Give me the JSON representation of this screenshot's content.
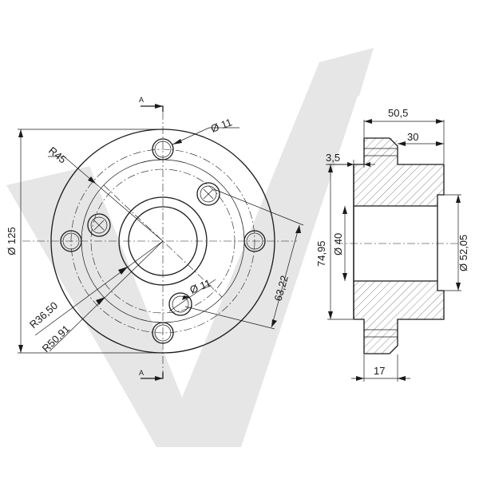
{
  "front_view": {
    "section_marker_top": "A",
    "section_marker_bottom": "A",
    "dim_hole_top": "Ø 11",
    "dim_hole_bottom": "Ø 11",
    "dim_r45": "R45",
    "dim_r36": "R36,50",
    "dim_r50": "R50,91",
    "dim_dia125": "Ø 125",
    "dim_63": "63,22"
  },
  "side_view": {
    "dim_50_5": "50,5",
    "dim_30": "30",
    "dim_3_5": "3,5",
    "dim_74_95": "74,95",
    "dim_dia40": "Ø 40",
    "dim_dia52": "Ø 52,05",
    "dim_17": "17"
  },
  "watermark": {
    "color": "#e6e6e6"
  }
}
